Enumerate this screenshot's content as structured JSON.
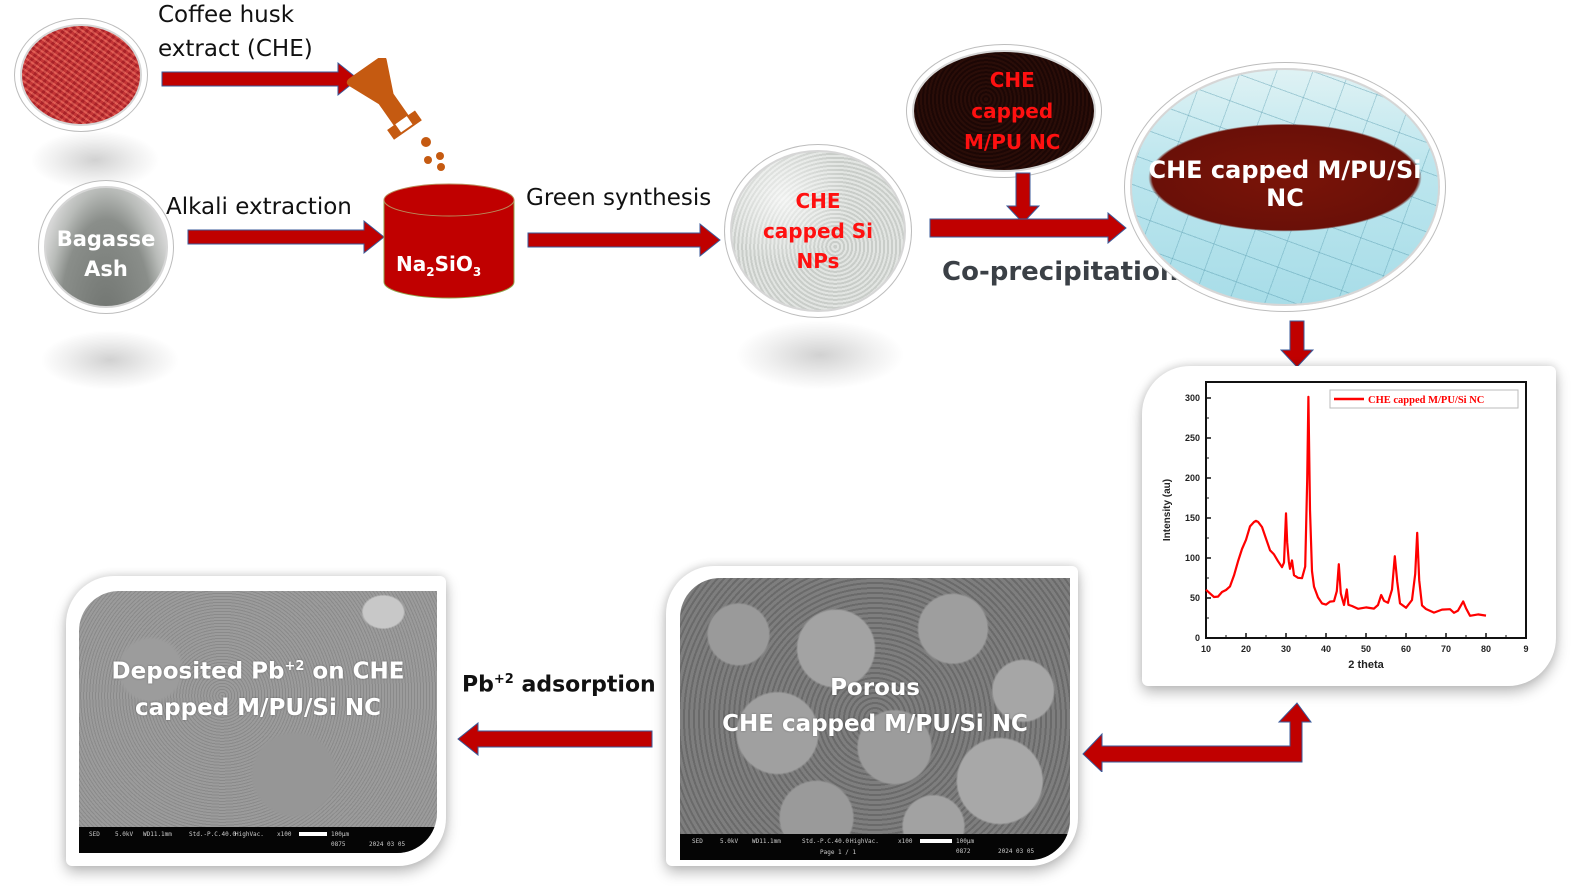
{
  "colors": {
    "arrow_red": "#c00000",
    "arrow_outline": "#3a5a9a",
    "flask_orange": "#c55a11",
    "cylinder_red": "#c00000",
    "label_red": "#ff1010",
    "plot_red": "#ff0000"
  },
  "inputs": {
    "coffee_husk": {
      "label": "Coffee husk\nextract (CHE)",
      "label_line1": "Coffee husk",
      "label_line2": "extract (CHE)"
    },
    "bagasse_ash": {
      "label_line1": "Bagasse",
      "label_line2": "Ash"
    }
  },
  "steps": {
    "alkali_extraction": "Alkali extraction",
    "green_synthesis": "Green synthesis",
    "co_precipitation": "Co-precipitation",
    "pb_adsorption_prefix": "Pb",
    "pb_adsorption_sup": "+2",
    "pb_adsorption_suffix": " adsorption"
  },
  "intermediates": {
    "sodium_silicate": {
      "prefix": "Na",
      "sub1": "2",
      "mid": "SiO",
      "sub2": "3"
    },
    "si_nps": {
      "line1": "CHE",
      "line2": "capped Si",
      "line3": "NPs"
    },
    "m_pu_nc": {
      "line1": "CHE",
      "line2": "capped",
      "line3": "M/PU NC"
    },
    "m_pu_si_nc": {
      "label": "CHE capped M/PU/Si NC"
    }
  },
  "sem_images": {
    "porous": {
      "line1": "Porous",
      "line2": "CHE capped M/PU/Si NC",
      "bar": {
        "detector": "SED",
        "kv": "5.0kV",
        "wd": "WD11.1mm",
        "std": "Std.-P.C.40.0",
        "vac": "HighVac.",
        "mag": "x100",
        "scale": "100μm",
        "id": "0872",
        "date": "2024 03 05",
        "page": "Page  1  /  1"
      }
    },
    "deposited": {
      "line1_prefix": "Deposited Pb",
      "line1_sup": "+2",
      "line1_suffix": " on CHE",
      "line2": "capped M/PU/Si NC",
      "bar": {
        "detector": "SED",
        "kv": "5.0kV",
        "wd": "WD11.1mm",
        "std": "Std.-P.C.40.0",
        "vac": "HighVac.",
        "mag": "x100",
        "scale": "100μm",
        "id": "0875",
        "date": "2024 03 05"
      }
    }
  },
  "chart_data": {
    "type": "line",
    "title": "",
    "xlabel": "2 theta",
    "ylabel": "Intensity (au)",
    "xlim": [
      10,
      90
    ],
    "ylim": [
      0,
      320
    ],
    "xticks": [
      10,
      20,
      30,
      40,
      50,
      60,
      70,
      80,
      90
    ],
    "xtick_labels": [
      "10",
      "20",
      "30",
      "40",
      "50",
      "60",
      "70",
      "80",
      "9"
    ],
    "yticks": [
      0,
      50,
      100,
      150,
      200,
      250,
      300
    ],
    "ytick_labels": [
      "0",
      "50",
      "100",
      "150",
      "200",
      "250",
      "300"
    ],
    "grid": false,
    "legend_position": "top-right",
    "series": [
      {
        "name": "CHE capped M/PU/Si NC",
        "color": "#ff0000",
        "x": [
          10,
          11,
          12,
          13,
          14,
          15,
          16,
          17,
          18,
          19,
          20,
          21,
          22,
          22.5,
          23,
          24,
          25,
          26,
          27,
          28,
          29,
          29.5,
          30,
          30.3,
          30.7,
          31,
          31.5,
          32,
          33,
          34,
          34.8,
          35.3,
          35.6,
          36,
          36.5,
          37,
          38,
          39,
          40,
          41,
          42,
          42.7,
          43.2,
          43.7,
          44.5,
          45.2,
          45.6,
          46.5,
          48,
          50,
          52,
          53,
          53.8,
          54.5,
          55.5,
          56.5,
          57.2,
          57.8,
          58.5,
          60,
          61.5,
          62.3,
          62.8,
          63.3,
          64,
          65,
          67,
          69,
          71,
          72,
          73,
          74.3,
          75,
          76,
          78,
          80
        ],
        "y": [
          58,
          55,
          52,
          54,
          56,
          60,
          66,
          76,
          95,
          112,
          125,
          138,
          145,
          148,
          143,
          138,
          125,
          112,
          103,
          96,
          90,
          92,
          155,
          120,
          98,
          85,
          97,
          80,
          73,
          74,
          90,
          200,
          300,
          160,
          85,
          62,
          50,
          44,
          44,
          44,
          46,
          60,
          90,
          55,
          42,
          63,
          40,
          40,
          38,
          36,
          36,
          42,
          56,
          45,
          44,
          62,
          100,
          70,
          44,
          40,
          46,
          80,
          133,
          70,
          40,
          37,
          34,
          34,
          36,
          33,
          32,
          45,
          38,
          30,
          28,
          28
        ]
      }
    ]
  }
}
